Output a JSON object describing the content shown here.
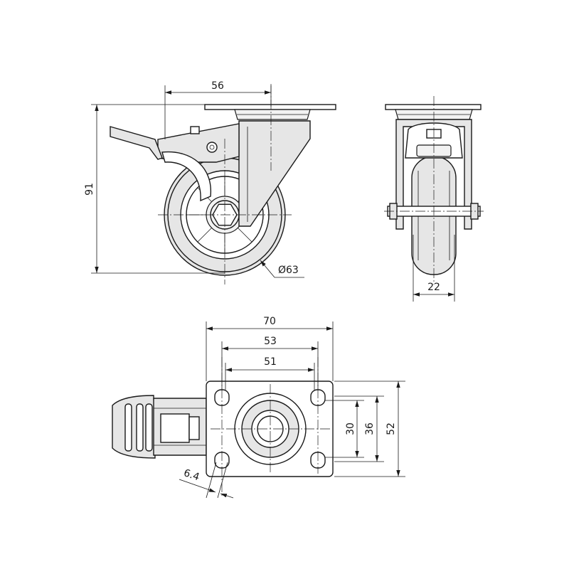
{
  "dimensions": {
    "wheel_offset": "56",
    "total_height": "91",
    "wheel_diameter": "Ø63",
    "wheel_width": "22",
    "plate_length": "70",
    "hole_spacing_outer": "53",
    "hole_spacing_inner": "51",
    "hole_slot_width": "6.4",
    "hole_spacing_vertical_inner": "30",
    "hole_spacing_vertical_outer": "36",
    "plate_width": "52"
  }
}
